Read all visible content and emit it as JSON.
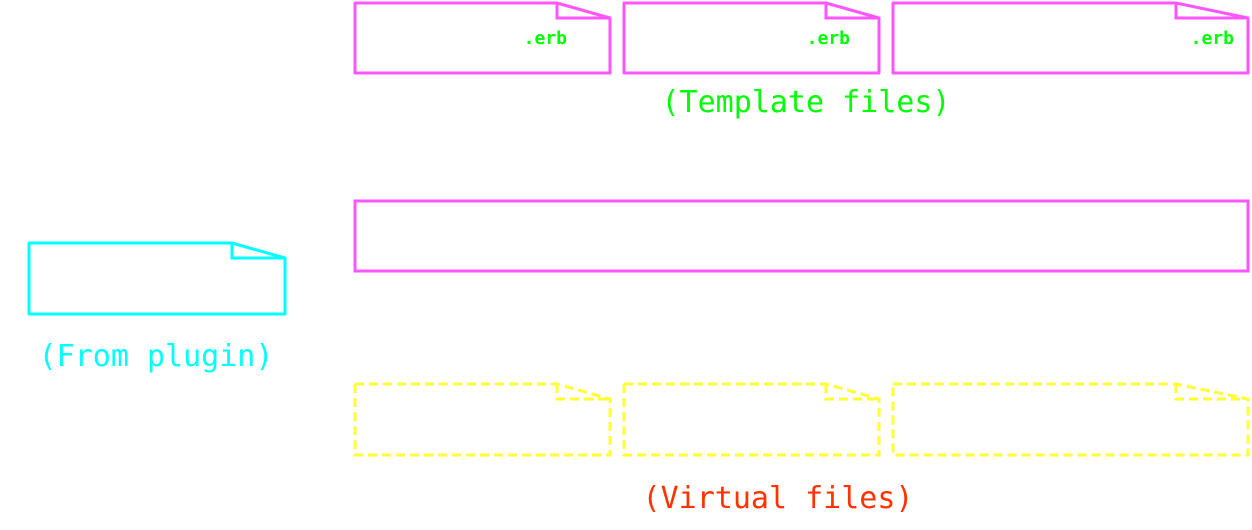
{
  "colors": {
    "template": "#ff55ff",
    "plugin": "#00ffff",
    "virtual": "#ffff33",
    "template_label": "#00ff00",
    "virtual_label": "#ff3300",
    "extension": "#00ff00"
  },
  "template_files": {
    "label": "(Template files)",
    "items": [
      {
        "extension": ".erb"
      },
      {
        "extension": ".erb"
      },
      {
        "extension": ".erb"
      }
    ]
  },
  "plugin_file": {
    "label": "(From plugin)"
  },
  "virtual_files": {
    "label": "(Virtual files)",
    "count": 3
  }
}
